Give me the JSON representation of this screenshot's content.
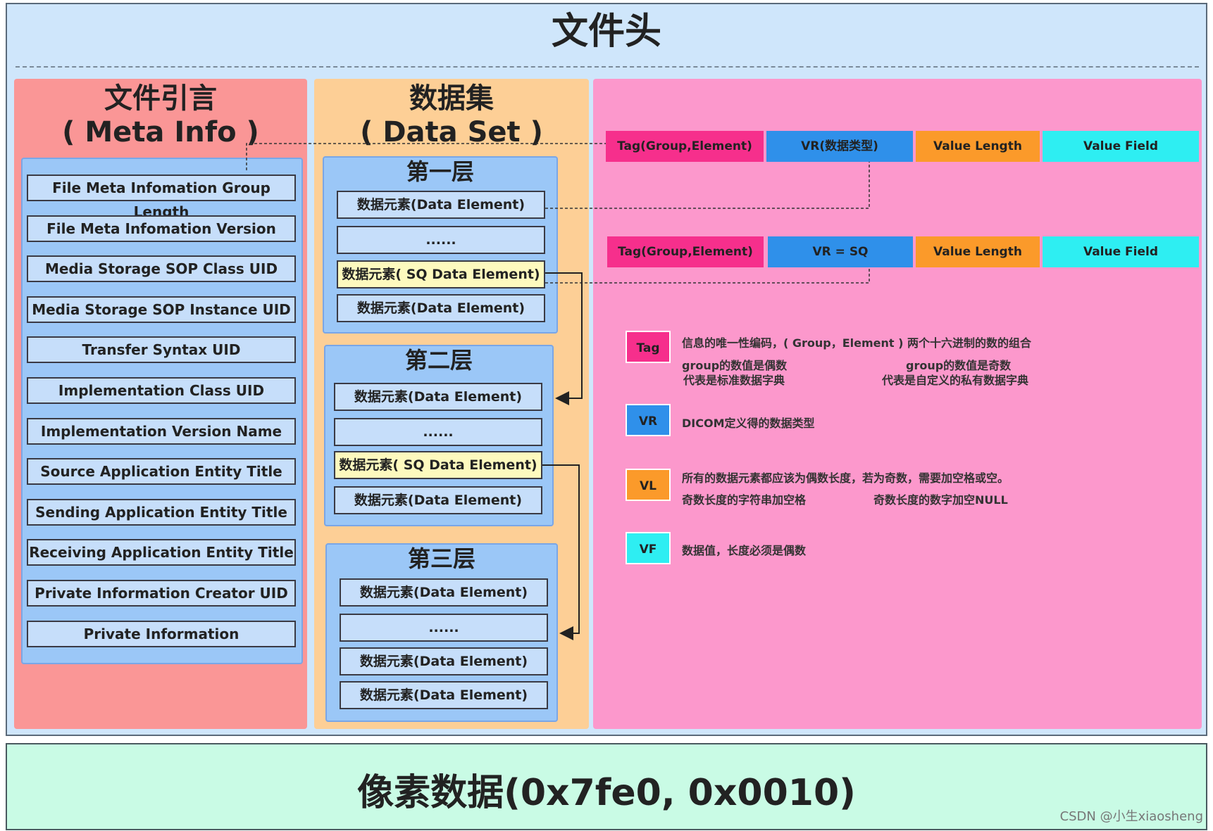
{
  "file_header": {
    "title": "文件头"
  },
  "meta": {
    "title_line1": "文件引言",
    "title_line2": "( Meta Info )",
    "items": [
      "File Meta Infomation Group Length",
      "File Meta Infomation Version",
      "Media Storage SOP Class UID",
      "Media Storage SOP Instance UID",
      "Transfer Syntax UID",
      "Implementation Class UID",
      "Implementation Version Name",
      "Source Application Entity Title",
      "Sending Application Entity Title",
      "Receiving Application Entity Title",
      "Private Information Creator UID",
      "Private Information"
    ]
  },
  "dataset": {
    "title_line1": "数据集",
    "title_line2": "( Data Set )",
    "layers": [
      {
        "title": "第一层",
        "elements": [
          "数据元素(Data Element)",
          "......",
          "数据元素( SQ Data Element)",
          "数据元素(Data Element)"
        ]
      },
      {
        "title": "第二层",
        "elements": [
          "数据元素(Data Element)",
          "......",
          "数据元素( SQ Data Element)",
          "数据元素(Data Element)"
        ]
      },
      {
        "title": "第三层",
        "elements": [
          "数据元素(Data Element)",
          "......",
          "数据元素(Data Element)",
          "数据元素(Data Element)"
        ]
      }
    ]
  },
  "element_structure": {
    "row1": [
      "Tag(Group,Element)",
      "VR(数据类型)",
      "Value Length",
      "Value Field"
    ],
    "row2": [
      "Tag(Group,Element)",
      "VR = SQ",
      "Value Length",
      "Value Field"
    ]
  },
  "legend": {
    "tag": {
      "label": "Tag",
      "desc": "信息的唯一性编码，( Group，Element ) 两个十六进制的数的组合",
      "even_line1": "group的数值是偶数",
      "even_line2": "代表是标准数据字典",
      "odd_line1": "group的数值是奇数",
      "odd_line2": "代表是自定义的私有数据字典"
    },
    "vr": {
      "label": "VR",
      "desc": "DICOM定义得的数据类型"
    },
    "vl": {
      "label": "VL",
      "desc": "所有的数据元素都应该为偶数长度，若为奇数，需要加空格或空。",
      "sub1": "奇数长度的字符串加空格",
      "sub2": "奇数长度的数字加空NULL"
    },
    "vf": {
      "label": "VF",
      "desc": "数据值，长度必须是偶数"
    }
  },
  "pixel_data": {
    "label": "像素数据(0x7fe0, 0x0010)"
  },
  "watermark": "CSDN @小生xiaosheng",
  "colors": {
    "meta_bg": "#fa9696",
    "dataset_bg": "#fdcf96",
    "detail_bg": "#fc98cc",
    "tag": "#f62f8c",
    "vr": "#2f90ea",
    "vl": "#fb9a2a",
    "vf": "#2eeef2"
  }
}
